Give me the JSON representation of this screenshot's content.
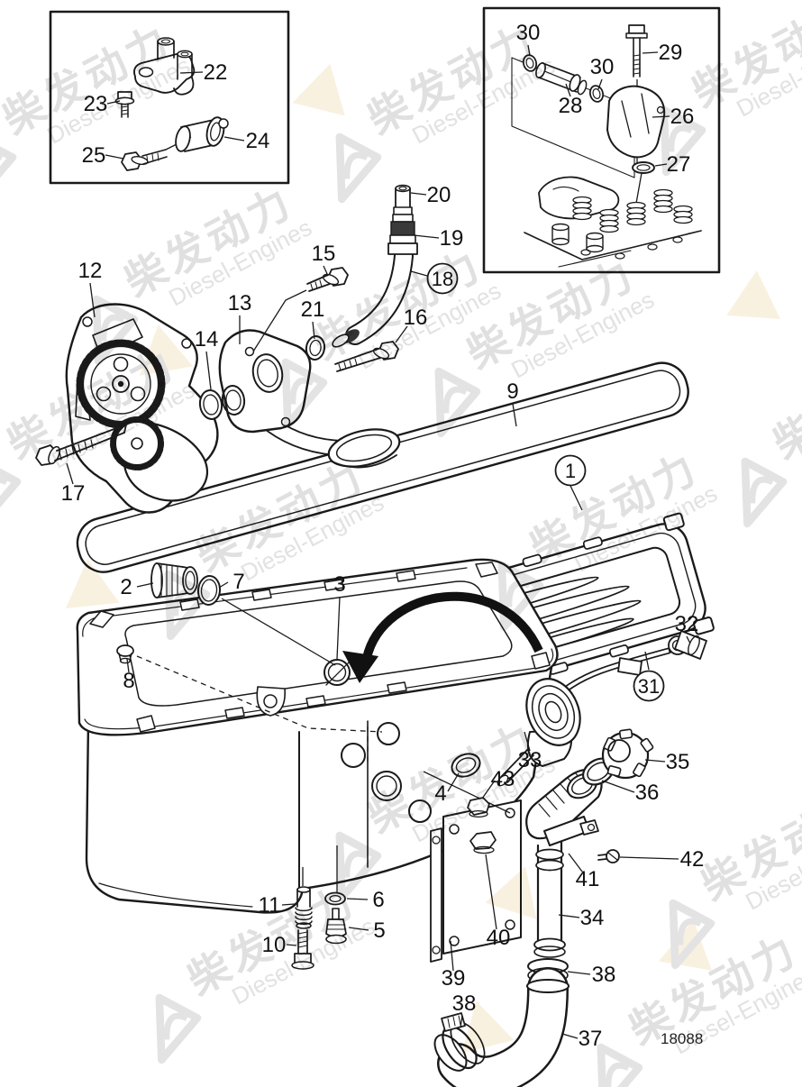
{
  "drawing_number": "18088",
  "watermark": {
    "chinese": "柴发动力",
    "english": "Diesel-Engines"
  },
  "callouts": {
    "c1": "1",
    "c2": "2",
    "c3": "3",
    "c4": "4",
    "c5": "5",
    "c6": "6",
    "c7": "7",
    "c8": "8",
    "c9": "9",
    "c10": "10",
    "c11": "11",
    "c12": "12",
    "c13": "13",
    "c14": "14",
    "c15": "15",
    "c16": "16",
    "c17": "17",
    "c18": "18",
    "c19": "19",
    "c20": "20",
    "c21": "21",
    "c22": "22",
    "c23": "23",
    "c24": "24",
    "c25": "25",
    "c26": "26",
    "c27": "27",
    "c28": "28",
    "c29": "29",
    "c30a": "30",
    "c30b": "30",
    "c31": "31",
    "c32": "32",
    "c33": "33",
    "c34": "34",
    "c35": "35",
    "c36": "36",
    "c37": "37",
    "c38a": "38",
    "c38b": "38",
    "c39": "39",
    "c40": "40",
    "c41": "41",
    "c42": "42",
    "c43": "43"
  }
}
